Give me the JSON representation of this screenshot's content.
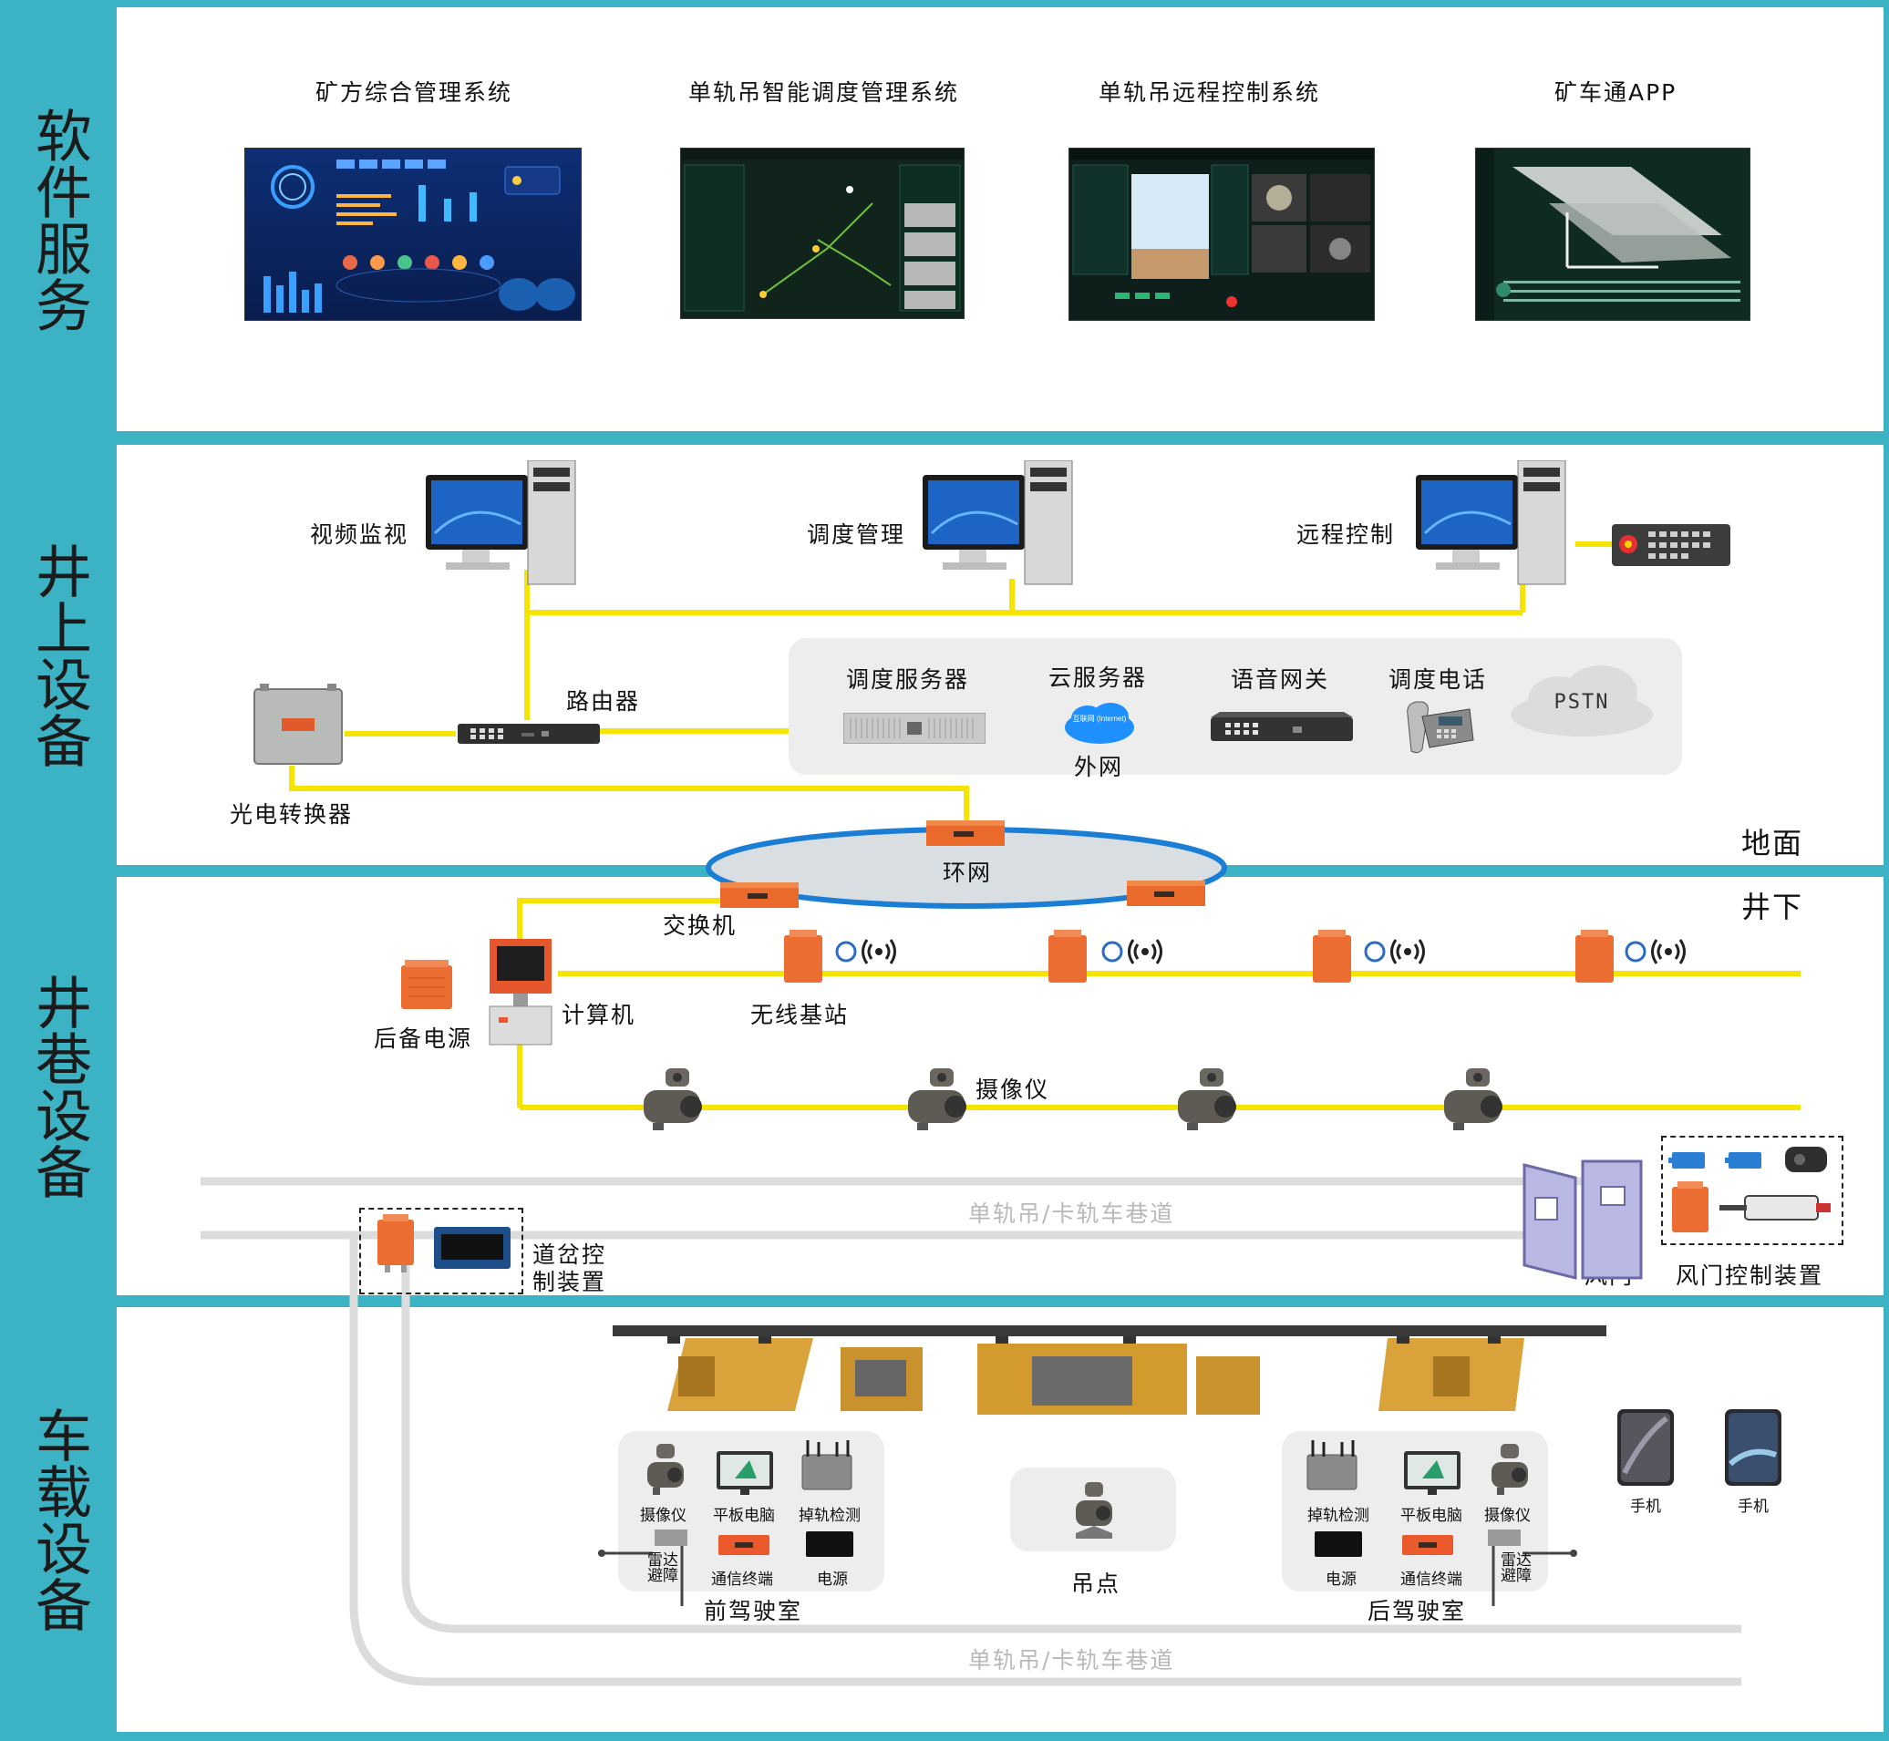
{
  "sections": {
    "software": "软件服务",
    "surface": "井上设备",
    "tunnel": "井巷设备",
    "vehicle": "车载设备"
  },
  "software": {
    "items": [
      "矿方综合管理系统",
      "单轨吊智能调度管理系统",
      "单轨吊远程控制系统",
      "矿车通APP"
    ]
  },
  "surface": {
    "video_monitor": "视频监视",
    "dispatch_mgmt": "调度管理",
    "remote_control": "远程控制",
    "router": "路由器",
    "optical_converter": "光电转换器",
    "dispatch_server": "调度服务器",
    "cloud_server": "云服务器",
    "internet_badge": "互联网 (Internet)",
    "external_net": "外网",
    "voice_gateway": "语音网关",
    "dispatch_phone": "调度电话",
    "pstn": "PSTN",
    "ring_net": "环网",
    "ground": "地面",
    "underground": "井下"
  },
  "tunnel": {
    "switch": "交换机",
    "backup_power": "后备电源",
    "computer": "计算机",
    "wireless_station": "无线基站",
    "camera": "摄像仪",
    "roadway_top": "单轨吊/卡轨车巷道",
    "switch_control": "道岔控制装置",
    "wind_door": "风门",
    "wind_door_control": "风门控制装置"
  },
  "vehicle": {
    "front_cab": "前驾驶室",
    "rear_cab": "后驾驶室",
    "hoist_point": "吊点",
    "roadway_bottom": "单轨吊/卡轨车巷道",
    "front": {
      "camera": "摄像仪",
      "tablet": "平板电脑",
      "derail_detect": "掉轨检测",
      "radar": "雷达避障",
      "comm_terminal": "通信终端",
      "power": "电源"
    },
    "rear": {
      "derail_detect": "掉轨检测",
      "tablet": "平板电脑",
      "camera": "摄像仪",
      "power": "电源",
      "comm_terminal": "通信终端",
      "radar": "雷达避障"
    },
    "phone1": "手机",
    "phone2": "手机"
  }
}
